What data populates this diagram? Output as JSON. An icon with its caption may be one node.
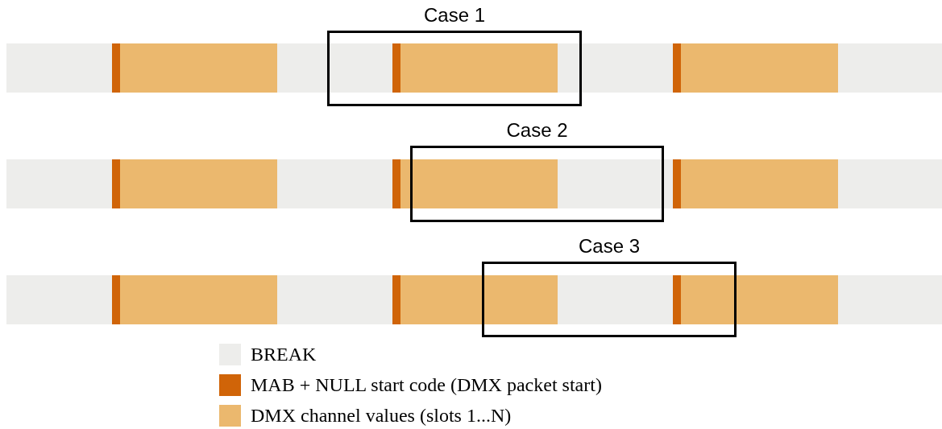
{
  "diagram": {
    "nodes": [
      {
        "text": [
          "Case 1"
        ]
      },
      {
        "text": [
          "Case 2"
        ]
      },
      {
        "text": [
          "Case 3"
        ]
      }
    ],
    "edges": [],
    "legend": [
      {
        "text": "BREAK",
        "color": "#ededeb"
      },
      {
        "text": "MAB + NULL start code (DMX packet start)",
        "color": "#d06408"
      },
      {
        "text": "DMX channel values (slots 1...N)",
        "color": "#ebb86e"
      }
    ]
  }
}
